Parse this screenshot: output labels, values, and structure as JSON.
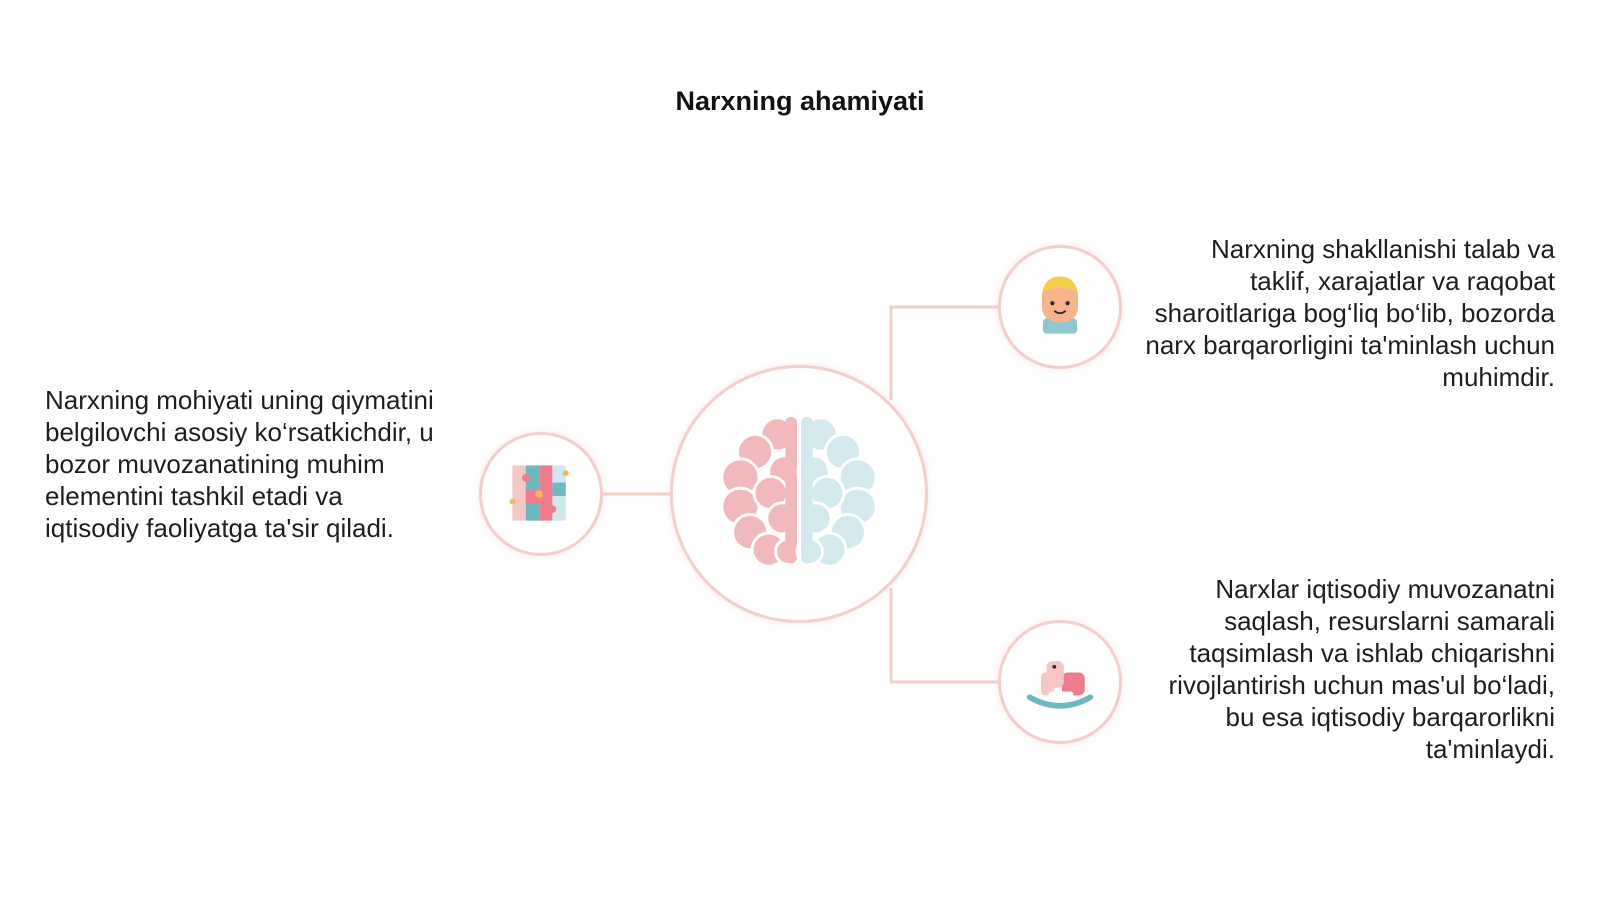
{
  "slide": {
    "title": "Narxning ahamiyati"
  },
  "diagram": {
    "center_node": {
      "icon": "brain-icon"
    },
    "nodes": [
      {
        "id": "left",
        "icon": "puzzle-icon",
        "text": "Narxning mohiyati uning qiymatini belgilovchi asosiy ko‘rsatkichdir, u bozor muvozanatining muhim elementini tashkil etadi va iqtisodiy faoliyatga ta'sir qiladi."
      },
      {
        "id": "top-right",
        "icon": "child-face-icon",
        "text": "Narxning shakllanishi talab va taklif, xarajatlar va raqobat sharoitlariga bog‘liq bo‘lib, bozorda narx barqarorligini ta'minlash uchun muhimdir."
      },
      {
        "id": "bottom-right",
        "icon": "rocking-horse-icon",
        "text": "Narxlar iqtisodiy muvozanatni saqlash, resurslarni samarali taqsimlash va ishlab chiqarishni rivojlantirish uchun mas'ul bo‘ladi, bu esa iqtisodiy barqarorlikni ta'minlaydi."
      }
    ],
    "colors": {
      "line": "#f3cfcb",
      "brain_left": "#f2b9bd",
      "brain_right": "#cfe6ec",
      "accent_teal": "#6fb8bf",
      "accent_pink": "#ee7c8a"
    }
  }
}
